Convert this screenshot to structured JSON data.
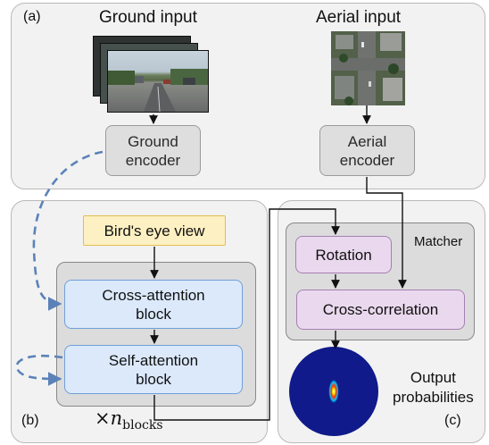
{
  "panels": {
    "a_label": "(a)",
    "b_label": "(b)",
    "c_label": "(c)"
  },
  "inputs": {
    "ground_title": "Ground input",
    "aerial_title": "Aerial input"
  },
  "encoders": {
    "ground": "Ground\nencoder",
    "aerial": "Aerial\nencoder"
  },
  "bev": {
    "label": "Bird's eye view",
    "cross_attention": "Cross-attention\nblock",
    "self_attention": "Self-attention\nblock",
    "repeat_times": "×",
    "repeat_n": "n",
    "repeat_sub": "blocks"
  },
  "matcher": {
    "title": "Matcher",
    "rotation": "Rotation",
    "cross_correlation": "Cross-correlation",
    "output": "Output\nprobabilities"
  },
  "colors": {
    "dashed_arrow": "#5b82b8",
    "arrow": "#111111"
  }
}
